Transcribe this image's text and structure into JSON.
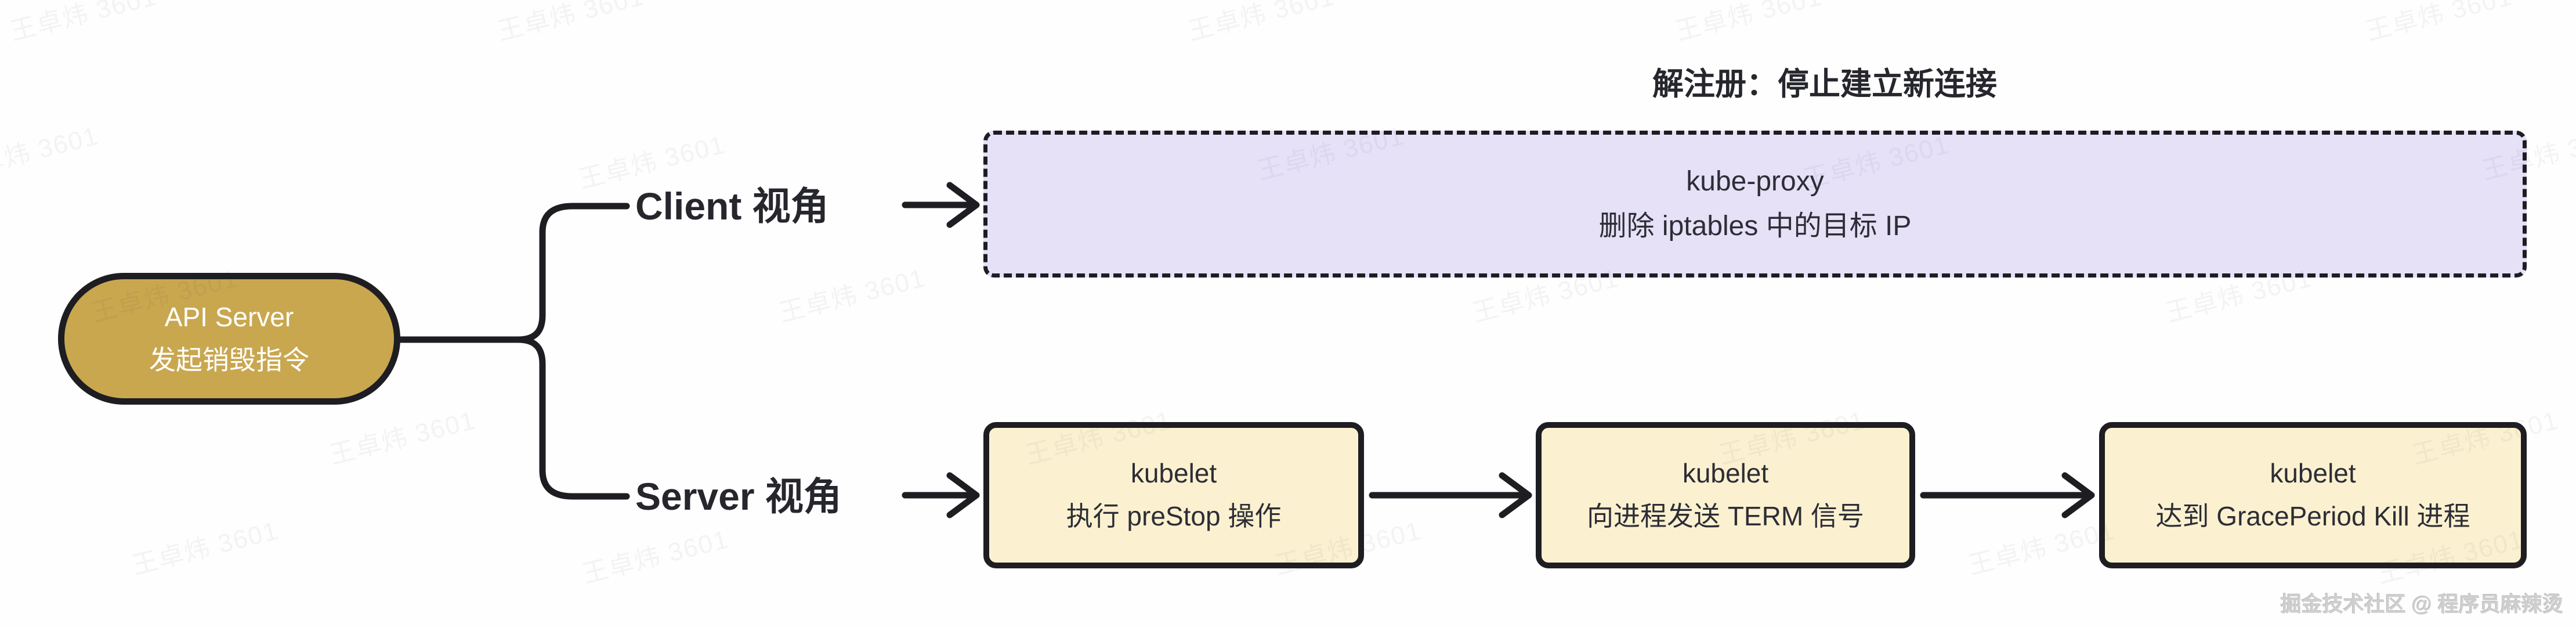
{
  "root_node": {
    "line1": "API Server",
    "line2": "发起销毁指令"
  },
  "branches": {
    "client": {
      "label": "Client 视角"
    },
    "server": {
      "label": "Server 视角"
    }
  },
  "client_section": {
    "title": "解注册：停止建立新连接",
    "box": {
      "line1": "kube-proxy",
      "line2": "删除 iptables 中的目标 IP"
    }
  },
  "server_section": {
    "boxes": [
      {
        "line1": "kubelet",
        "line2": "执行 preStop 操作"
      },
      {
        "line1": "kubelet",
        "line2": "向进程发送 TERM 信号"
      },
      {
        "line1": "kubelet",
        "line2": "达到 GracePeriod Kill 进程"
      }
    ]
  },
  "watermark": {
    "text": "王卓炜 3601",
    "color": "rgba(45,45,75,0.05)"
  },
  "credit": {
    "text": "掘金技术社区 @ 程序员麻辣烫"
  },
  "colors": {
    "ink": "#1d1d22",
    "root_fill": "#C9A74F",
    "client_box_fill": "#E6E1F7",
    "server_box_fill": "#FBF1D0",
    "background": "#fefefe"
  }
}
